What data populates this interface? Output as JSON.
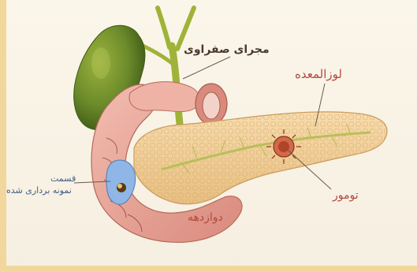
{
  "labels": {
    "bile_duct": "مجرای صفراوی",
    "pancreas": "لوزالمعده",
    "tumor": "تومور",
    "duodenum": "دوازدهه",
    "biopsy_line1": "قسمت",
    "biopsy_line2": "نمونه برداری شده"
  },
  "colors": {
    "background": "#f6efe1",
    "frame_bar": "#f2d79c",
    "gallbladder": "#6b8a2a",
    "bile_duct": "#9fb339",
    "pancreas": "#f0cf9a",
    "duodenum": "#e9a79a",
    "tumor": "#b0442a",
    "biopsy_area": "#8fb6e6",
    "label_dark": "#4a3a2e",
    "label_red": "#b24a3f",
    "label_blue": "#3e5d86"
  }
}
